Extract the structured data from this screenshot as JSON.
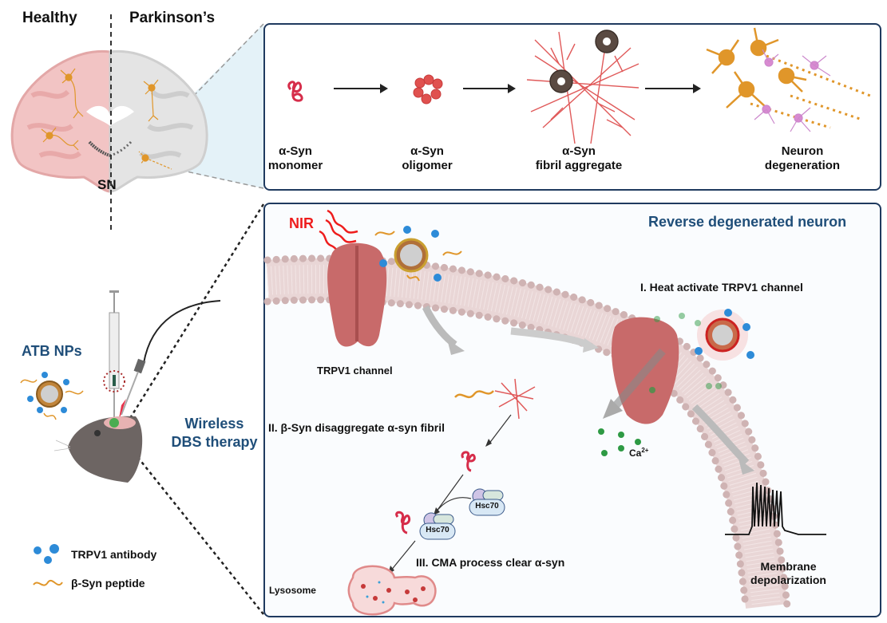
{
  "brain": {
    "healthy_label": "Healthy",
    "parkinsons_label": "Parkinson’s",
    "sn_label": "SN"
  },
  "pathway_panel": {
    "steps": [
      {
        "line1": "α-Syn",
        "line2": "monomer"
      },
      {
        "line1": "α-Syn",
        "line2": "oligomer"
      },
      {
        "line1": "α-Syn",
        "line2": "fibril aggregate"
      },
      {
        "line1": "Neuron",
        "line2": "degeneration"
      }
    ]
  },
  "left_panel": {
    "atb_label": "ATB NPs",
    "therapy_line1": "Wireless",
    "therapy_line2": "DBS therapy",
    "legend": [
      {
        "icon": "antibody-icon",
        "label": "TRPV1 antibody"
      },
      {
        "icon": "peptide-icon",
        "label": "β-Syn peptide"
      }
    ]
  },
  "mechanism_panel": {
    "title": "Reverse degenerated neuron",
    "nir_label": "NIR",
    "trpv1_label": "TRPV1 channel",
    "step1": "I. Heat activate TRPV1 channel",
    "step2": "II. β-Syn disaggregate α-syn fibril",
    "step3": "III. CMA process clear α-syn",
    "hsc70_a": "Hsc70",
    "hsc70_b": "Hsc70",
    "lysosome_label": "Lysosome",
    "ca_label": "Ca",
    "ca_sup": "2+",
    "depol_line1": "Membrane",
    "depol_line2": "depolarization"
  },
  "colors": {
    "title_blue": "#1f4e79",
    "border": "#1f3a5f",
    "nir_red": "#ee1c1c",
    "syn_red": "#d62d4a",
    "channel": "#c86a6a",
    "lipid": "#cfb3b3",
    "neuron_orange": "#e0962a",
    "ca_green": "#2e9a44"
  }
}
